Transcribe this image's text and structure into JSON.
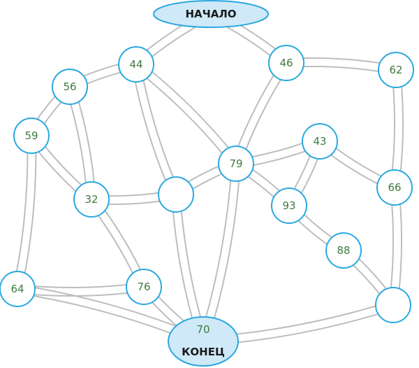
{
  "start_label": "НАЧАЛО",
  "end_label": "КОНЕЦ",
  "end_value": "70",
  "nodes": [
    {
      "id": "n44",
      "value": "44"
    },
    {
      "id": "n46",
      "value": "46"
    },
    {
      "id": "n62",
      "value": "62"
    },
    {
      "id": "n56",
      "value": "56"
    },
    {
      "id": "n59",
      "value": "59"
    },
    {
      "id": "n79",
      "value": "79"
    },
    {
      "id": "n43",
      "value": "43"
    },
    {
      "id": "n32",
      "value": "32"
    },
    {
      "id": "nE1",
      "value": ""
    },
    {
      "id": "n66",
      "value": "66"
    },
    {
      "id": "n93",
      "value": "93"
    },
    {
      "id": "n88",
      "value": "88"
    },
    {
      "id": "n64",
      "value": "64"
    },
    {
      "id": "n76",
      "value": "76"
    },
    {
      "id": "nE2",
      "value": ""
    }
  ],
  "edges": [
    [
      "start",
      "n44"
    ],
    [
      "start",
      "n46"
    ],
    [
      "n44",
      "n56"
    ],
    [
      "n44",
      "n79"
    ],
    [
      "n44",
      "nE1"
    ],
    [
      "n46",
      "n62"
    ],
    [
      "n46",
      "n79"
    ],
    [
      "n62",
      "n66"
    ],
    [
      "n56",
      "n59"
    ],
    [
      "n56",
      "n32"
    ],
    [
      "n59",
      "n32"
    ],
    [
      "n59",
      "n64"
    ],
    [
      "n79",
      "n43"
    ],
    [
      "n79",
      "n93"
    ],
    [
      "n79",
      "nE1"
    ],
    [
      "n79",
      "end"
    ],
    [
      "n43",
      "n66"
    ],
    [
      "n43",
      "n93"
    ],
    [
      "n32",
      "nE1"
    ],
    [
      "n32",
      "n76"
    ],
    [
      "nE1",
      "end"
    ],
    [
      "n66",
      "nE2"
    ],
    [
      "n93",
      "n88"
    ],
    [
      "n88",
      "nE2"
    ],
    [
      "n64",
      "n76"
    ],
    [
      "n64",
      "end"
    ],
    [
      "n76",
      "end"
    ],
    [
      "nE2",
      "end"
    ]
  ],
  "colors": {
    "node_border": "#29a8e0",
    "terminal_fill": "#cfe9f8",
    "number_text": "#3d7a3d",
    "road": "#bdbdbd"
  }
}
